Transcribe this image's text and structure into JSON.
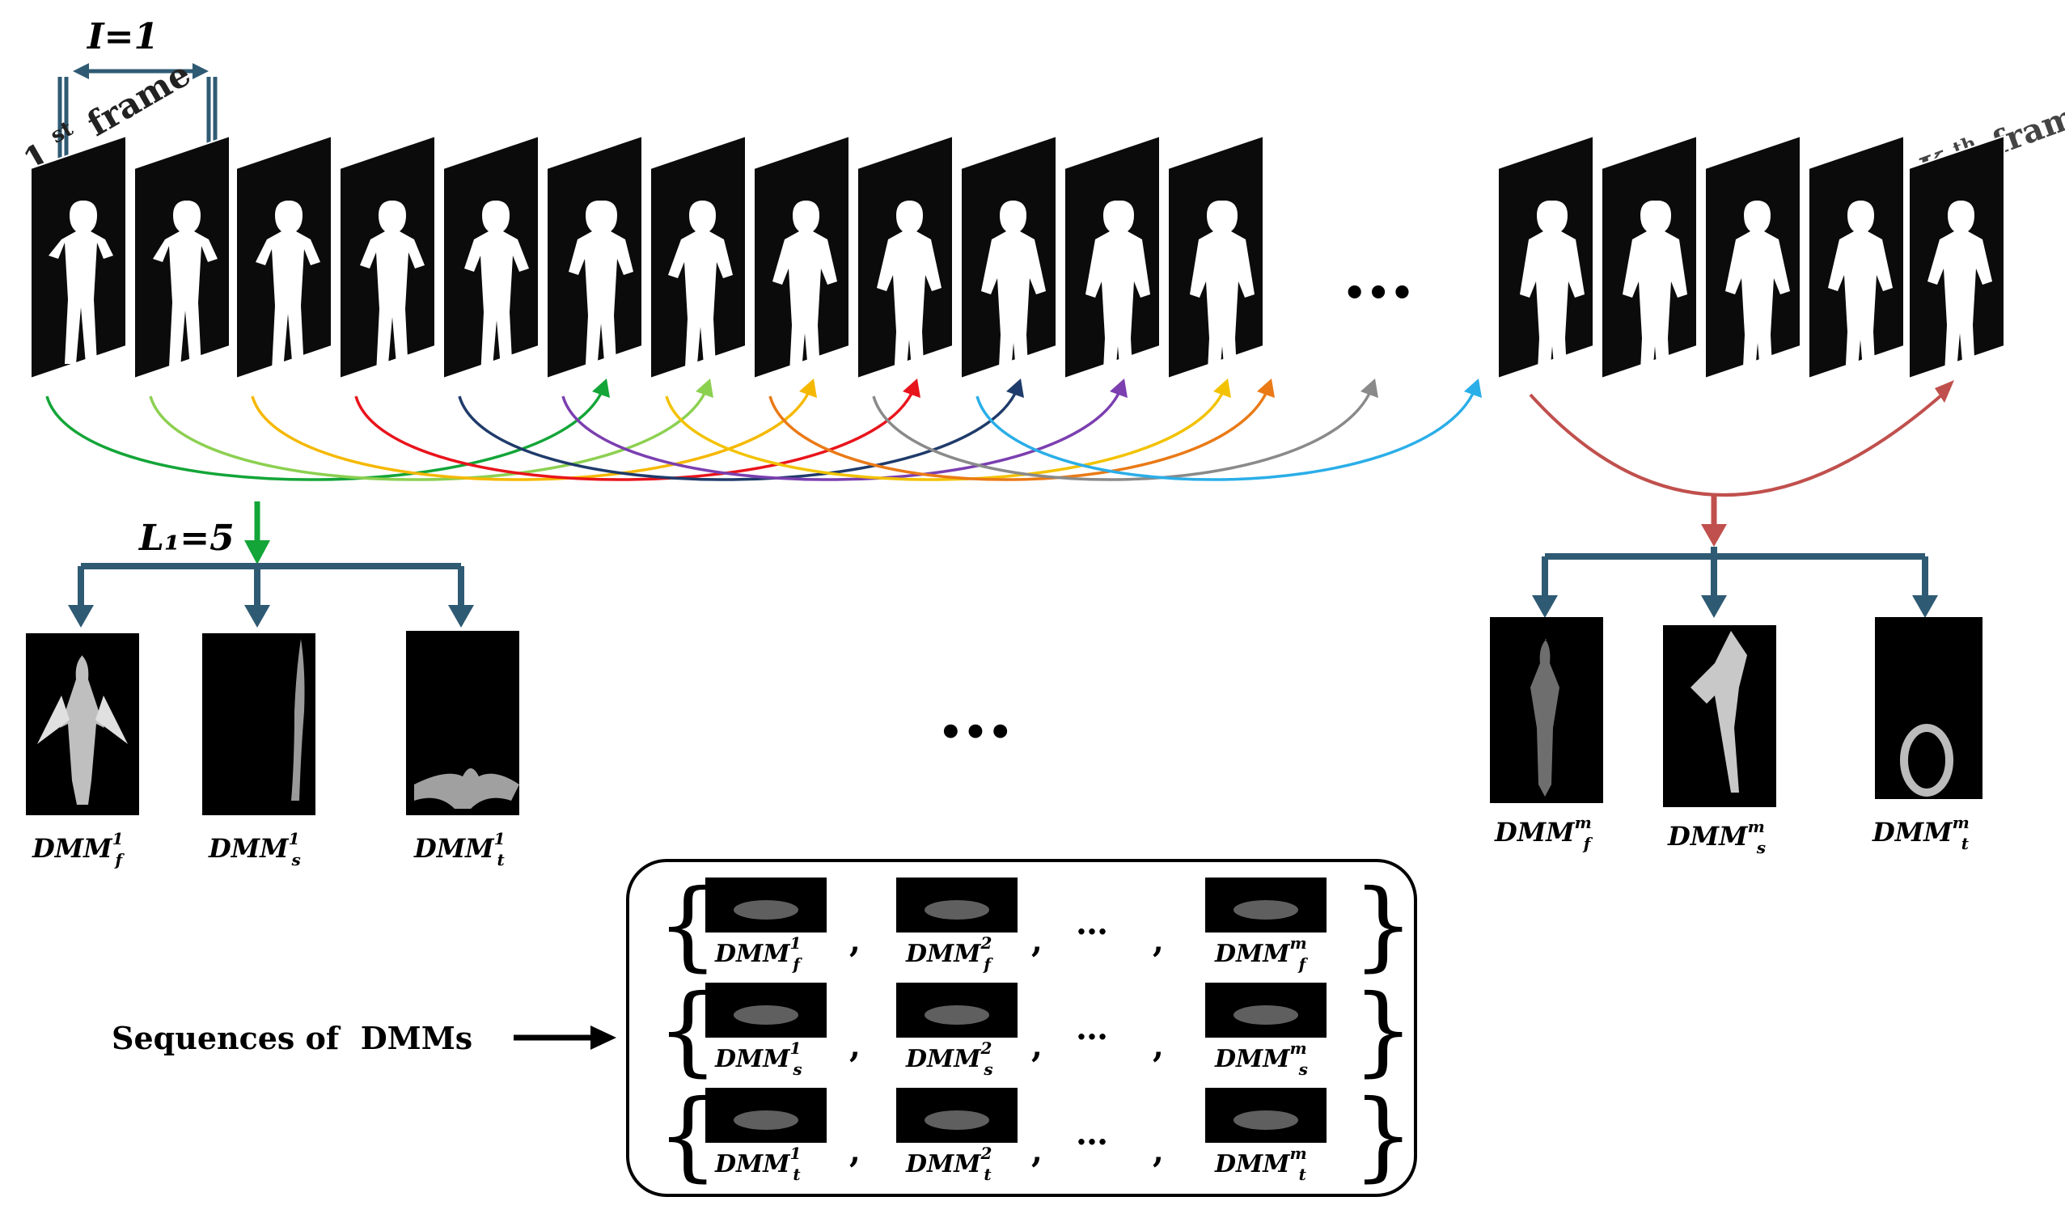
{
  "top": {
    "interval_label": "I=1",
    "first_frame_label": {
      "sup_num": "1",
      "sup": "st",
      "word": "frame"
    },
    "last_frame_label": {
      "base": "K",
      "sup": "th",
      "word": "frame"
    },
    "window_label": "L₁=5",
    "ellipsis_frames": "•••",
    "ellipsis_middle": "•••"
  },
  "arc_colors": [
    "#13a538",
    "#8cd050",
    "#f5b800",
    "#e8141c",
    "#1f3b6b",
    "#7b3fb0",
    "#f2c200",
    "#ea7a16",
    "#8a8a8a",
    "#2aaee8"
  ],
  "colors": {
    "teal_branch": "#2f5a73",
    "green_arrow": "#13a538",
    "red_arc": "#c0504d"
  },
  "left_group": {
    "labels": [
      {
        "base": "DMM",
        "sup": "1",
        "sub": "f"
      },
      {
        "base": "DMM",
        "sup": "1",
        "sub": "s"
      },
      {
        "base": "DMM",
        "sup": "1",
        "sub": "t"
      }
    ]
  },
  "right_group": {
    "labels": [
      {
        "base": "DMM",
        "sup": "m",
        "sub": "f"
      },
      {
        "base": "DMM",
        "sup": "m",
        "sub": "s"
      },
      {
        "base": "DMM",
        "sup": "m",
        "sub": "t"
      }
    ]
  },
  "sequences": {
    "caption": "Sequences of  DMMs",
    "rows": [
      {
        "labels": [
          {
            "base": "DMM",
            "sup": "1",
            "sub": "f"
          },
          {
            "base": "DMM",
            "sup": "2",
            "sub": "f"
          },
          {
            "base": "DMM",
            "sup": "m",
            "sub": "f"
          }
        ]
      },
      {
        "labels": [
          {
            "base": "DMM",
            "sup": "1",
            "sub": "s"
          },
          {
            "base": "DMM",
            "sup": "2",
            "sub": "s"
          },
          {
            "base": "DMM",
            "sup": "m",
            "sub": "s"
          }
        ]
      },
      {
        "labels": [
          {
            "base": "DMM",
            "sup": "1",
            "sub": "t"
          },
          {
            "base": "DMM",
            "sup": "2",
            "sub": "t"
          },
          {
            "base": "DMM",
            "sup": "m",
            "sub": "t"
          }
        ]
      }
    ],
    "comma": ",",
    "dots": "…"
  }
}
